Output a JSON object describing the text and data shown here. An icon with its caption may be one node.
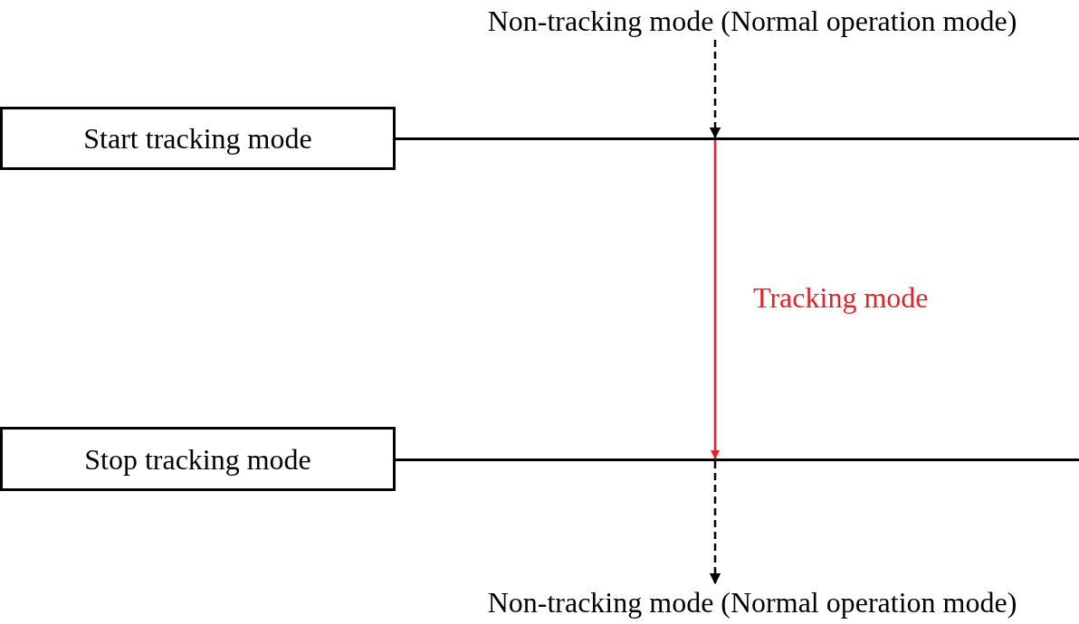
{
  "diagram": {
    "nodes": [
      {
        "text": [
          "Non-tracking mode (Normal operation mode)"
        ]
      },
      {
        "text": [
          "Start tracking mode"
        ]
      },
      {
        "text": [],
        "shape": "bar"
      },
      {
        "text": [
          "Stop tracking mode"
        ]
      },
      {
        "text": [],
        "shape": "bar"
      },
      {
        "text": [
          "Non-tracking mode (Normal operation mode)"
        ]
      }
    ],
    "edges": [
      {
        "from": 0,
        "to": 2,
        "arrow": "to",
        "style": "dashed"
      },
      {
        "from": 2,
        "to": 4,
        "arrow": "to",
        "label": "Tracking mode",
        "color": "#e8202a"
      },
      {
        "from": 4,
        "to": 5,
        "arrow": "to",
        "style": "dashed"
      }
    ]
  }
}
